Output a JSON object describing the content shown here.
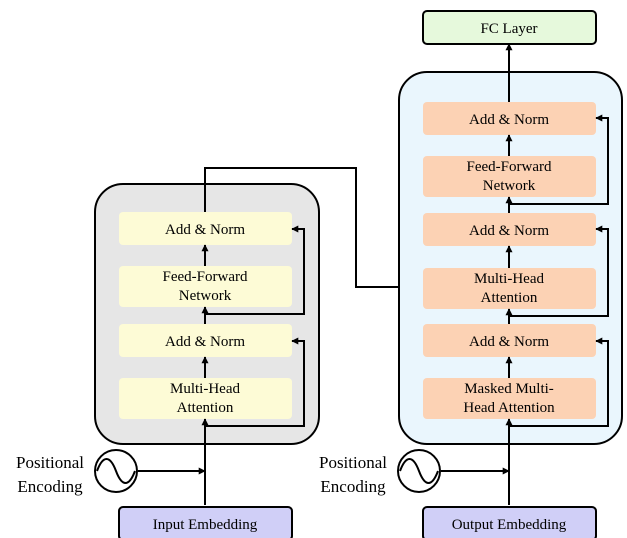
{
  "encoder": {
    "blocks": [
      {
        "lines": [
          "Add & Norm"
        ]
      },
      {
        "lines": [
          "Feed-Forward",
          "Network"
        ]
      },
      {
        "lines": [
          "Add & Norm"
        ]
      },
      {
        "lines": [
          "Multi-Head",
          "Attention"
        ]
      }
    ],
    "input_label": "Input Embedding",
    "pos_label_1": "Positional",
    "pos_label_2": "Encoding"
  },
  "decoder": {
    "blocks": [
      {
        "lines": [
          "Add & Norm"
        ]
      },
      {
        "lines": [
          "Feed-Forward",
          "Network"
        ]
      },
      {
        "lines": [
          "Add & Norm"
        ]
      },
      {
        "lines": [
          "Multi-Head",
          "Attention"
        ]
      },
      {
        "lines": [
          "Add & Norm"
        ]
      },
      {
        "lines": [
          "Masked Multi-",
          "Head Attention"
        ]
      }
    ],
    "output_label": "Output Embedding",
    "pos_label_1": "Positional",
    "pos_label_2": "Encoding"
  },
  "fc_label": "FC Layer",
  "colors": {
    "encoder_bg": "#e6e6e6",
    "encoder_block": "#fdfbd6",
    "decoder_bg": "#eaf6fd",
    "decoder_block": "#fcd2b4",
    "embedding": "#d0cff7",
    "fc": "#e6f9dc"
  }
}
